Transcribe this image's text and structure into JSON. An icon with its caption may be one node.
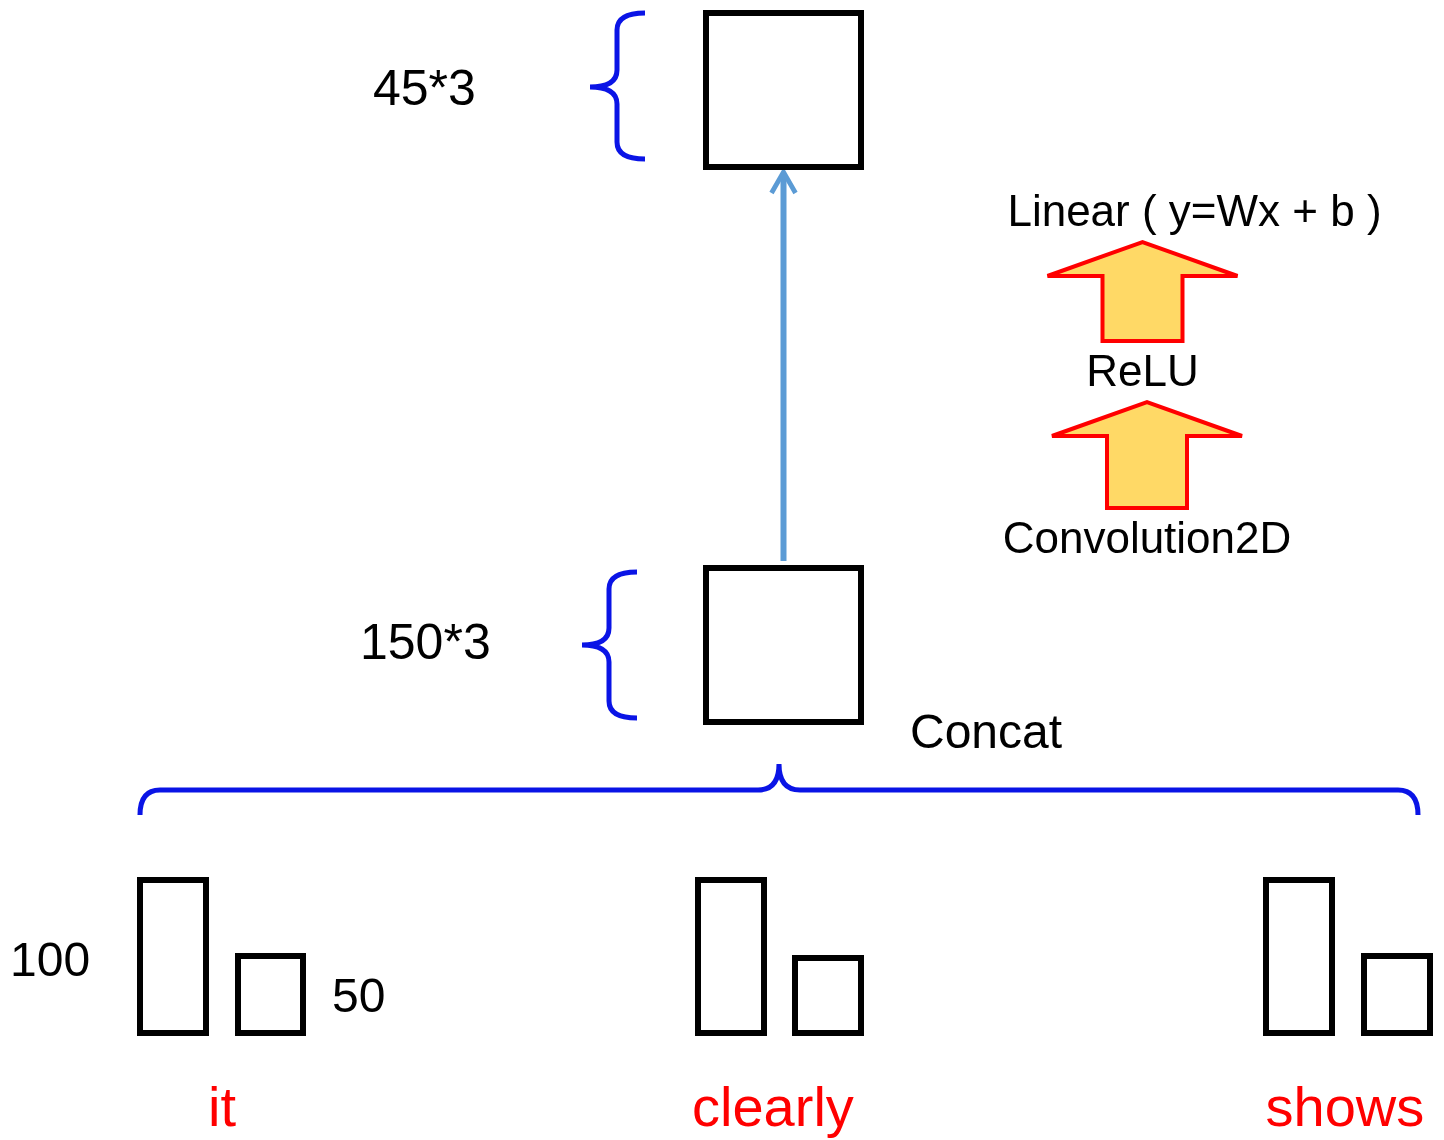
{
  "diagram": {
    "nodes": [
      {
        "text": [],
        "shape": "box"
      },
      {
        "text": [],
        "shape": "box"
      },
      {
        "text": [],
        "shape": "box"
      },
      {
        "text": [],
        "shape": "box"
      },
      {
        "text": [],
        "shape": "box"
      },
      {
        "text": [],
        "shape": "box"
      },
      {
        "text": [],
        "shape": "box"
      },
      {
        "text": [],
        "shape": "box"
      },
      {
        "text": [
          "Linear ( y=Wx + b )"
        ]
      },
      {
        "text": [
          "ReLU"
        ]
      },
      {
        "text": [
          "Convolution2D"
        ]
      }
    ],
    "edges": [
      {
        "from": 1,
        "to": 0,
        "arrow": "to",
        "color": "#5b9bd5"
      },
      {
        "from": 10,
        "to": 9,
        "arrow": "to",
        "style": "thick",
        "color": "#ffd966"
      },
      {
        "from": 9,
        "to": 8,
        "arrow": "to",
        "style": "thick",
        "color": "#ffd966"
      }
    ],
    "labels": [
      "45*3",
      "150*3",
      "Concat",
      "100",
      "50",
      "it",
      "clearly",
      "shows"
    ]
  }
}
